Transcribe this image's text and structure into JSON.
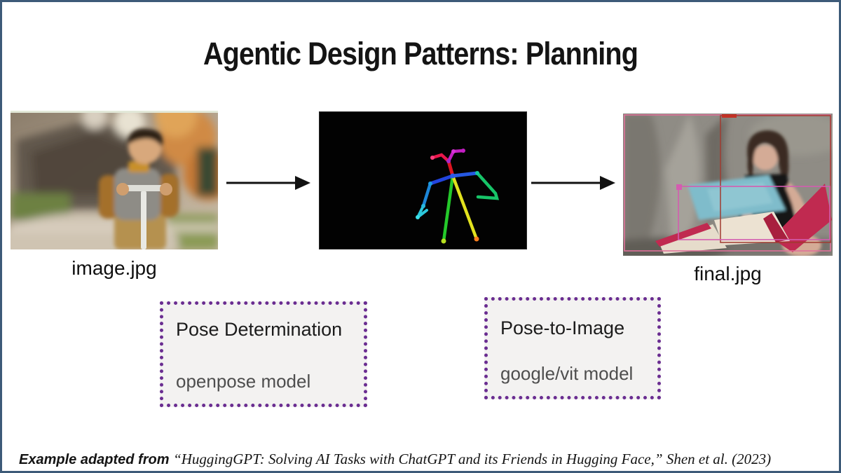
{
  "slide": {
    "title": "Agentic Design Patterns: Planning",
    "citation_lead": "Example adapted from ",
    "citation_quote": "“HuggingGPT: Solving AI Tasks with ChatGPT and its Friends in Hugging Face,”",
    "citation_tail": " Shen et al. (2023)"
  },
  "pipeline": {
    "input_label": "image.jpg",
    "output_label": "final.jpg",
    "steps": [
      {
        "title": "Pose Determination",
        "model": "openpose model"
      },
      {
        "title": "Pose-to-Image",
        "model": "google/vit model"
      }
    ]
  },
  "colors": {
    "slide_border": "#3d5a78",
    "step_box_border": "#6a2d91",
    "step_box_fill": "#f3f2f1",
    "arrow": "#111111",
    "pose_background": "#020202",
    "detection_box_person": "#a03b30",
    "detection_box_book": "#d45cb0",
    "detection_frame": "#e0719a"
  }
}
